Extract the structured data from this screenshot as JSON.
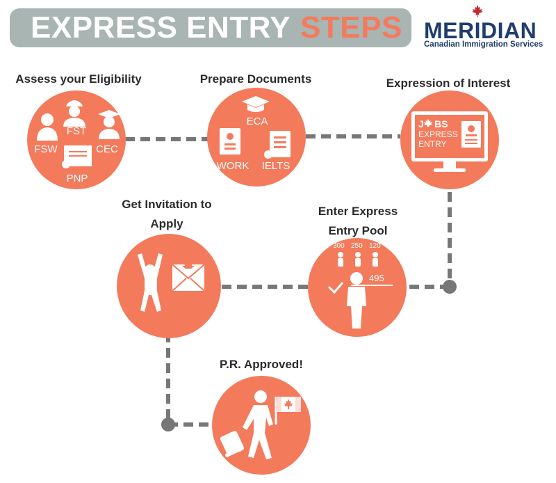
{
  "header": {
    "title_white": "EXPRESS ENTRY",
    "title_orange": "STEPS"
  },
  "logo": {
    "name": "MERIDIAN",
    "subtitle": "Canadian Immigration Services"
  },
  "colors": {
    "accent": "#f47a5c",
    "banner": "#a8b5b2",
    "connector": "#777777",
    "brand": "#1f3d6e"
  },
  "steps": [
    {
      "title": "Assess your Eligibility",
      "labels": [
        "FST",
        "FSW",
        "CEC",
        "PNP"
      ],
      "icons": [
        "doctor-icon",
        "worker-icon",
        "graduate-icon",
        "certificate-icon"
      ]
    },
    {
      "title": "Prepare Documents",
      "labels": [
        "ECA",
        "WORK",
        "IELTS"
      ],
      "icons": [
        "graduation-cap-icon",
        "document-icon",
        "writing-icon"
      ]
    },
    {
      "title": "Expression of Interest",
      "screen_lines": [
        "J",
        "BS",
        "EXPRESS",
        "ENTRY"
      ],
      "icons": [
        "computer-monitor-icon",
        "maple-leaf-icon",
        "profile-card-icon"
      ]
    },
    {
      "title": "Enter Express Entry Pool",
      "title_lines": [
        "Enter Express",
        "Entry Pool"
      ],
      "scores": [
        "300",
        "250",
        "120"
      ],
      "main_score": "495",
      "icons": [
        "person-icon",
        "checkmark-icon"
      ]
    },
    {
      "title": "Get Invitation to Apply",
      "title_lines": [
        "Get Invitation to",
        "Apply"
      ],
      "icons": [
        "celebrating-person-icon",
        "envelope-icon"
      ]
    },
    {
      "title": "P.R. Approved!",
      "icons": [
        "traveler-icon",
        "suitcase-icon",
        "canada-flag-icon"
      ]
    }
  ]
}
